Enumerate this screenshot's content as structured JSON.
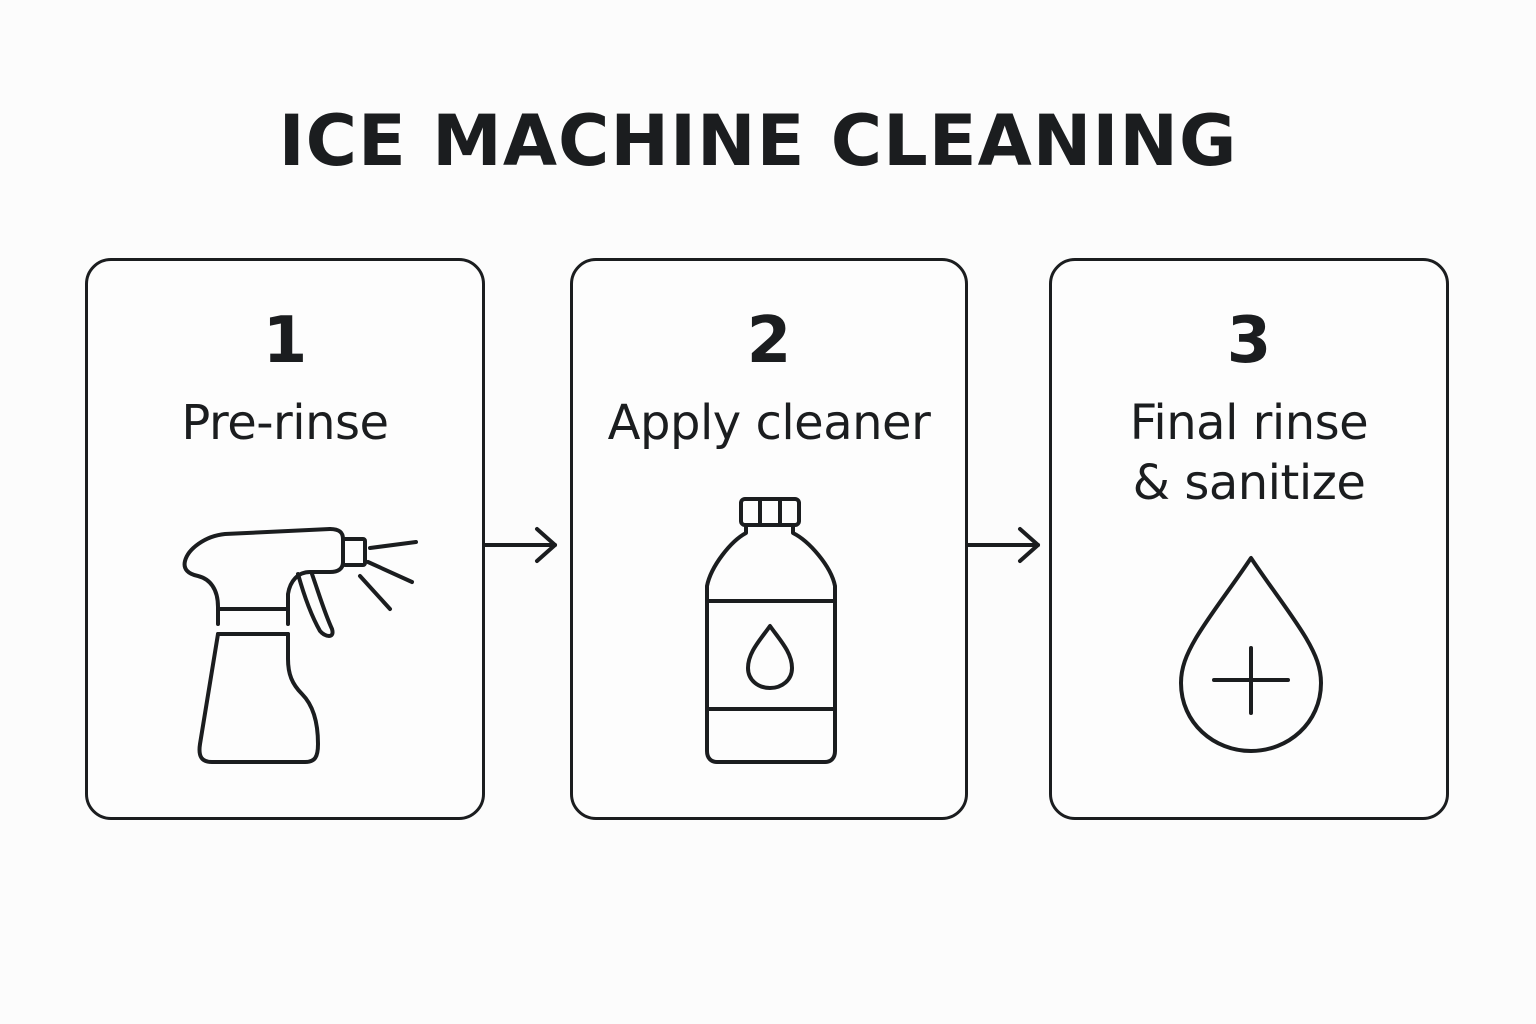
{
  "title": "ICE MACHINE CLEANING",
  "steps": [
    {
      "number": "1",
      "label": "Pre-rinse",
      "icon": "spray-bottle-icon"
    },
    {
      "number": "2",
      "label": "Apply cleaner",
      "icon": "cleaner-bottle-icon"
    },
    {
      "number": "3",
      "label_line1": "Final rinse",
      "label_line2": "& sanitize",
      "icon": "sanitize-drop-icon"
    }
  ],
  "connectors": [
    "arrow-right-icon",
    "arrow-right-icon"
  ],
  "colors": {
    "ink": "#1b1d1f",
    "background": "#fcfcfc"
  }
}
